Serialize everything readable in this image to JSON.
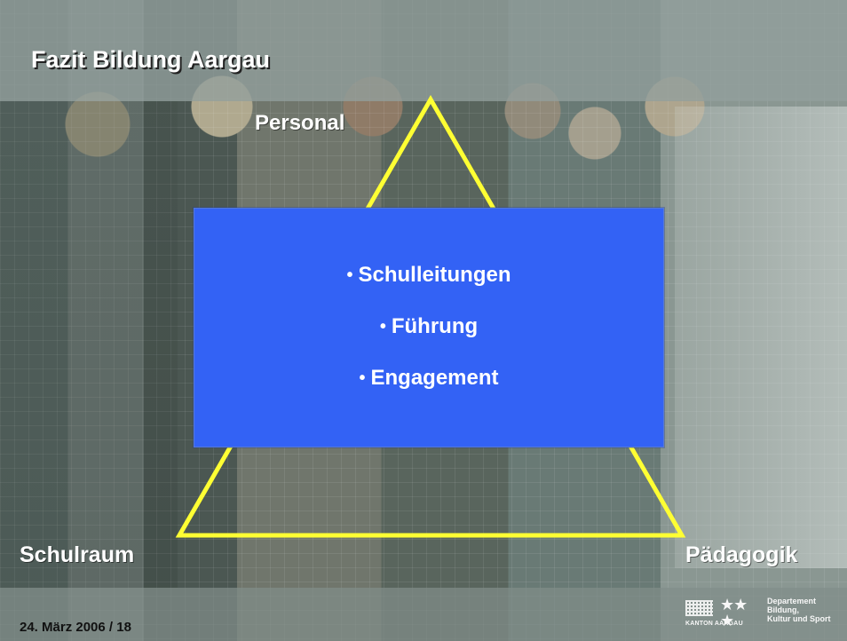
{
  "slide": {
    "title": "Fazit Bildung Aargau",
    "triangle_labels": {
      "top": "Personal",
      "left": "Schulraum",
      "right": "Pädagogik"
    },
    "bullets": [
      "Schulleitungen",
      "Führung",
      "Engagement"
    ],
    "footer_date": "24. März 2006 / 18",
    "logo": {
      "small_text": "KANTON AARGAU",
      "department_text": "Departement\nBildung,\nKultur und Sport"
    }
  },
  "colors": {
    "title_text": "#ffffff",
    "triangle_stroke": "#ffff33",
    "content_box": "#3362f5",
    "bullet_text": "#ffffff"
  },
  "icons": {
    "logo": "canton-aargau-logo",
    "stars": "stars-icon"
  }
}
